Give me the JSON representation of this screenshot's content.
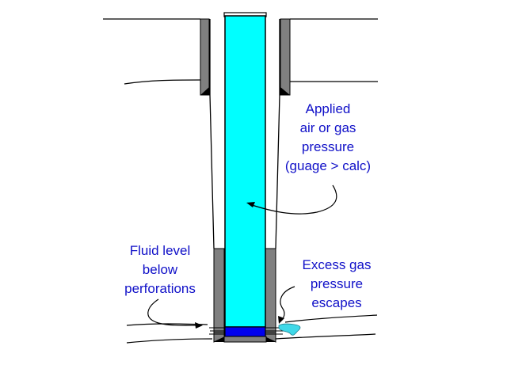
{
  "diagram": {
    "colors": {
      "tubing_fluid": "#00ffff",
      "fluid_level": "#0000ee",
      "casing": "#808080",
      "escaping_gas": "#40d8e8",
      "label_text": "#1010c8",
      "lines": "#000000"
    },
    "labels": {
      "applied_pressure": [
        "Applied",
        "air or gas",
        "pressure",
        "(guage > calc)"
      ],
      "fluid_level": [
        "Fluid level",
        "below",
        "perforations"
      ],
      "excess_gas": [
        "Excess gas",
        "pressure",
        "escapes"
      ]
    }
  }
}
